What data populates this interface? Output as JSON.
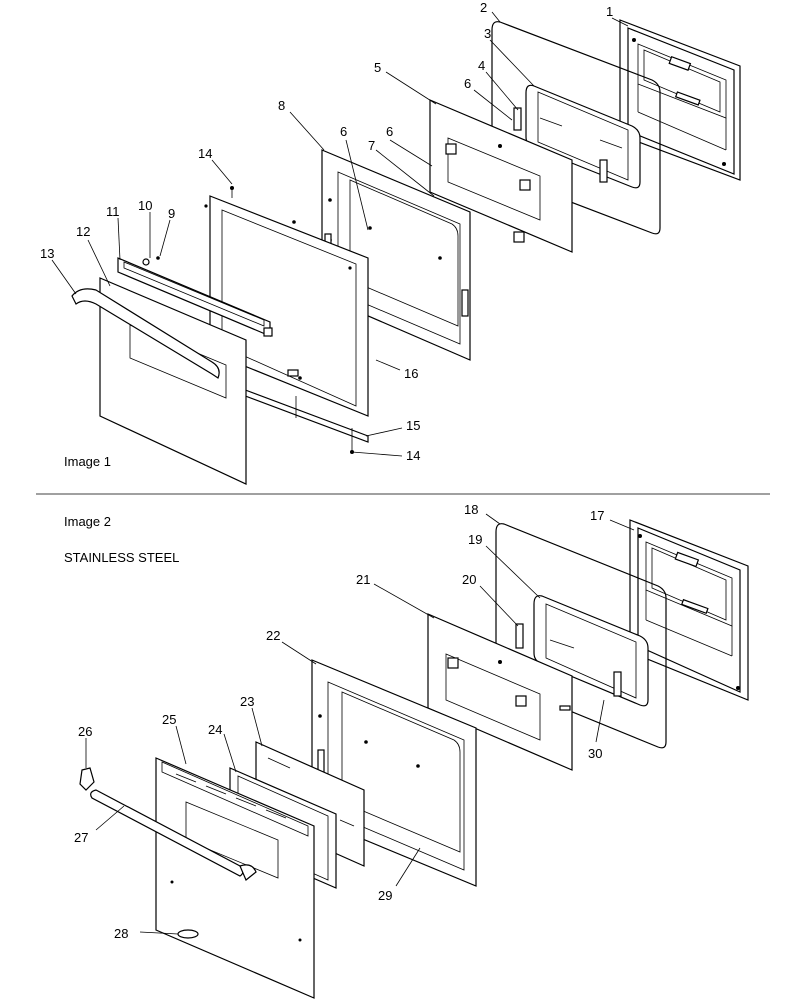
{
  "captions": {
    "image1": "Image 1",
    "image2": "Image 2",
    "variant": "STAINLESS STEEL"
  },
  "callouts": {
    "c1": "1",
    "c2": "2",
    "c3": "3",
    "c4": "4",
    "c5": "5",
    "c6a": "6",
    "c6b": "6",
    "c6c": "6",
    "c7": "7",
    "c8": "8",
    "c9": "9",
    "c10": "10",
    "c11": "11",
    "c12": "12",
    "c13": "13",
    "c14a": "14",
    "c14b": "14",
    "c15": "15",
    "c16": "16",
    "c17": "17",
    "c18": "18",
    "c19": "19",
    "c20": "20",
    "c21": "21",
    "c22": "22",
    "c23": "23",
    "c24": "24",
    "c25": "25",
    "c26": "26",
    "c27": "27",
    "c28": "28",
    "c29": "29",
    "c30": "30"
  }
}
